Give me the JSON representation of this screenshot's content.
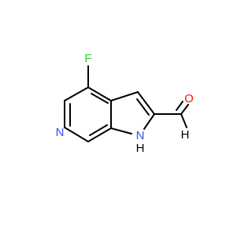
{
  "molecule": {
    "atoms": {
      "fluorine": {
        "label": "F",
        "color": "#33cc33"
      },
      "pyridine_n": {
        "label": "N",
        "color": "#3050f8"
      },
      "pyrrole_n": {
        "label": "N",
        "color": "#3050f8"
      },
      "pyrrole_h": {
        "label": "H",
        "color": "#000000"
      },
      "oxygen": {
        "label": "O",
        "color": "#ff0d0d"
      },
      "aldehyde_h": {
        "label": "H",
        "color": "#000000"
      }
    },
    "bond_color": "#000000"
  }
}
